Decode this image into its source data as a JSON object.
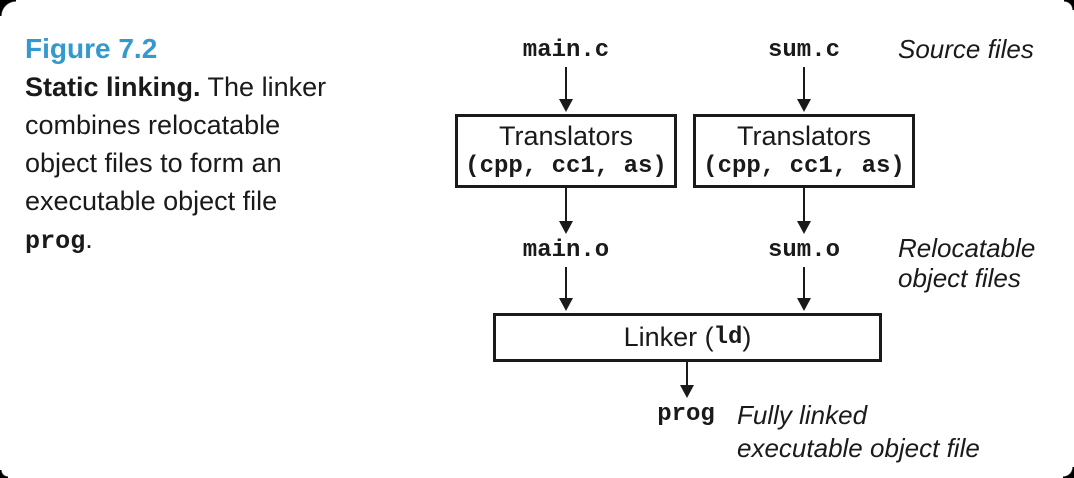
{
  "caption": {
    "figure_label": "Figure 7.2",
    "title_bold": "Static linking.",
    "line1_rest": " The linker",
    "line2": "combines relocatable",
    "line3": "object files to form an",
    "line4": "executable object file",
    "code": "prog",
    "period": "."
  },
  "diagram": {
    "files": {
      "source_left": "main.c",
      "source_right": "sum.c",
      "object_left": "main.o",
      "object_right": "sum.o",
      "output": "prog"
    },
    "boxes": {
      "translator_left": {
        "title": "Translators",
        "tools": "(cpp, cc1, as)"
      },
      "translator_right": {
        "title": "Translators",
        "tools": "(cpp, cc1, as)"
      },
      "linker": {
        "prefix": "Linker (",
        "code": "ld",
        "suffix": ")"
      }
    },
    "annotations": {
      "sources": "Source files",
      "relocatable_line1": "Relocatable",
      "relocatable_line2": "object files",
      "output_line1": "Fully linked",
      "output_line2": "executable object file"
    }
  },
  "colors": {
    "accent_blue": "#3499CE",
    "text": "#1a1a1a",
    "background": "#ffffff"
  }
}
